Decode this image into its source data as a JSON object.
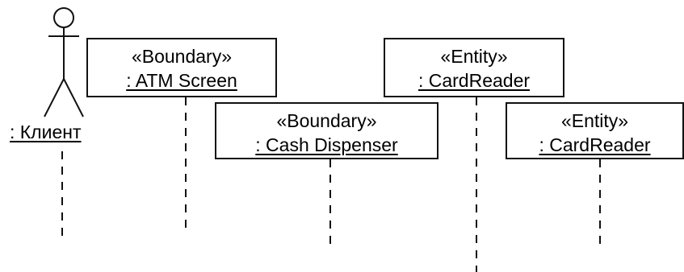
{
  "diagram": {
    "actor": {
      "name": ": Клиент"
    },
    "lifelines": [
      {
        "stereotype": "«Boundary»",
        "name": ": ATM Screen"
      },
      {
        "stereotype": "«Boundary»",
        "name": ": Cash Dispenser"
      },
      {
        "stereotype": "«Entity»",
        "name": ": CardReader"
      },
      {
        "stereotype": "«Entity»",
        "name": ": CardReader"
      }
    ]
  },
  "colors": {
    "line": "#111111",
    "background": "#ffffff"
  }
}
